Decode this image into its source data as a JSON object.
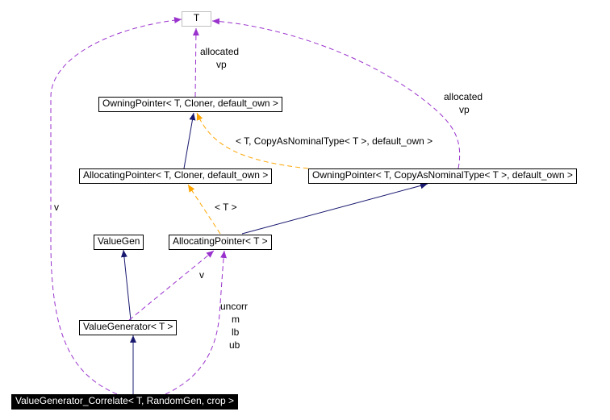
{
  "nodes": {
    "t": "T",
    "owning_pointer_cloner": "OwningPointer< T, Cloner, default_own >",
    "allocating_pointer_cloner": "AllocatingPointer< T, Cloner, default_own >",
    "owning_pointer_copy": "OwningPointer< T, CopyAsNominalType< T >, default_own >",
    "value_gen": "ValueGen",
    "allocating_pointer_t": "AllocatingPointer< T >",
    "value_generator_t": "ValueGenerator< T >",
    "value_generator_correlate": "ValueGenerator_Correlate< T, RandomGen, crop >"
  },
  "labels": {
    "allocated_vp_left_1": "allocated",
    "allocated_vp_left_2": "vp",
    "allocated_vp_right_1": "allocated",
    "allocated_vp_right_2": "vp",
    "template_copy": "< T, CopyAsNominalType< T >, default_own >",
    "template_t": "< T >",
    "v_left": "v",
    "v_middle": "v",
    "uncorr": "uncorr",
    "m": "m",
    "lb": "lb",
    "ub": "ub"
  },
  "colors": {
    "inheritance": "#191970",
    "usage": "#9a32cd",
    "template": "#ffa500"
  }
}
